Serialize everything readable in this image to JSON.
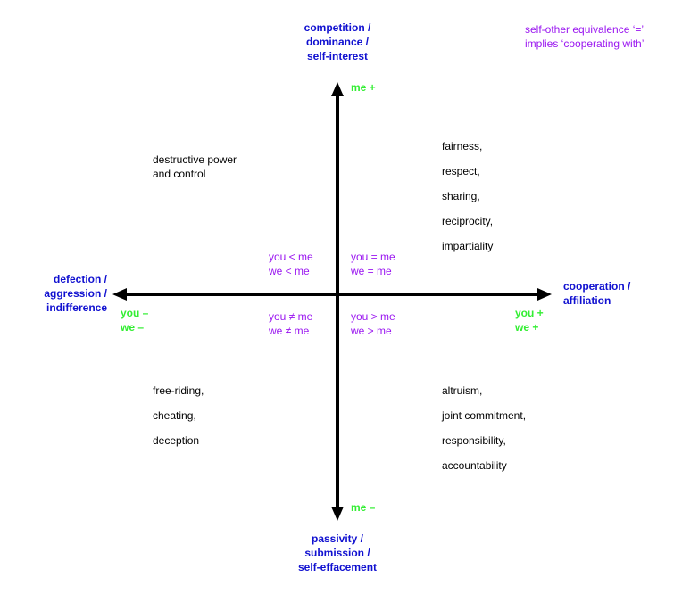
{
  "axes": {
    "top": [
      "competition /",
      "dominance /",
      "self-interest"
    ],
    "bottom": [
      "passivity /",
      "submission /",
      "self-effacement"
    ],
    "left": [
      "defection /",
      "aggression /",
      "indifference"
    ],
    "right": [
      "cooperation /",
      "affiliation"
    ]
  },
  "poles": {
    "me_plus": "me +",
    "me_minus": "me –",
    "left": [
      "you –",
      "we –"
    ],
    "right": [
      "you +",
      "we +"
    ]
  },
  "note": [
    "self-other equivalence ‘=’",
    "implies ‘cooperating with’"
  ],
  "relations": {
    "top_left": [
      "you < me",
      "we < me"
    ],
    "top_right": [
      "you = me",
      "we = me"
    ],
    "bottom_left": [
      "you ≠ me",
      "we ≠ me"
    ],
    "bottom_right": [
      "you > me",
      "we > me"
    ]
  },
  "quadrants": {
    "top_left": [
      "destructive power",
      "and control"
    ],
    "top_right": [
      "fairness,",
      "respect,",
      "sharing,",
      "reciprocity,",
      "impartiality"
    ],
    "bottom_left": [
      "free-riding,",
      "cheating,",
      "deception"
    ],
    "bottom_right": [
      "altruism,",
      "joint commitment,",
      "responsibility,",
      "accountability"
    ]
  },
  "colors": {
    "axis_label": "#1010d0",
    "pole": "#33ee33",
    "relation": "#9a16f0"
  }
}
